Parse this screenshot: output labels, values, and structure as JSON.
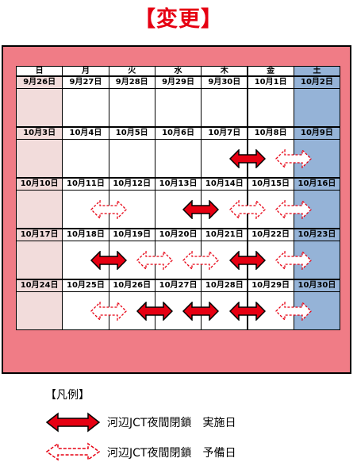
{
  "title": "【変更】",
  "weekdays": [
    "日",
    "月",
    "火",
    "水",
    "木",
    "金",
    "土"
  ],
  "weeks": [
    {
      "dates": [
        "9月26日",
        "9月27日",
        "9月28日",
        "9月29日",
        "9月30日",
        "10月1日",
        "10月2日"
      ]
    },
    {
      "dates": [
        "10月3日",
        "10月4日",
        "10月5日",
        "10月6日",
        "10月7日",
        "10月8日",
        "10月9日"
      ]
    },
    {
      "dates": [
        "10月10日",
        "10月11日",
        "10月12日",
        "10月13日",
        "10月14日",
        "10月15日",
        "10月16日"
      ]
    },
    {
      "dates": [
        "10月17日",
        "10月18日",
        "10月19日",
        "10月20日",
        "10月21日",
        "10月22日",
        "10月23日"
      ]
    },
    {
      "dates": [
        "10月24日",
        "10月25日",
        "10月26日",
        "10月27日",
        "10月28日",
        "10月29日",
        "10月30日"
      ]
    }
  ],
  "markers": [
    {
      "week": 1,
      "day": 4,
      "type": "closure"
    },
    {
      "week": 1,
      "day": 5,
      "type": "reserve"
    },
    {
      "week": 2,
      "day": 1,
      "type": "reserve"
    },
    {
      "week": 2,
      "day": 3,
      "type": "closure"
    },
    {
      "week": 2,
      "day": 4,
      "type": "reserve"
    },
    {
      "week": 2,
      "day": 5,
      "type": "reserve"
    },
    {
      "week": 3,
      "day": 1,
      "type": "closure"
    },
    {
      "week": 3,
      "day": 2,
      "type": "reserve"
    },
    {
      "week": 3,
      "day": 3,
      "type": "reserve"
    },
    {
      "week": 3,
      "day": 4,
      "type": "closure"
    },
    {
      "week": 3,
      "day": 5,
      "type": "reserve"
    },
    {
      "week": 4,
      "day": 1,
      "type": "reserve"
    },
    {
      "week": 4,
      "day": 2,
      "type": "closure"
    },
    {
      "week": 4,
      "day": 3,
      "type": "closure"
    },
    {
      "week": 4,
      "day": 4,
      "type": "closure"
    },
    {
      "week": 4,
      "day": 5,
      "type": "reserve"
    }
  ],
  "legend": {
    "title": "【凡例】",
    "closure_label": "河辺JCT夜間閉鎖　実施日",
    "reserve_label": "河辺JCT夜間閉鎖　予備日"
  },
  "colors": {
    "closure": "#e60012",
    "reserve": "#e60012",
    "sunday": "#f2dcdb",
    "saturday": "#95b3d7",
    "frame": "#f07c86"
  }
}
